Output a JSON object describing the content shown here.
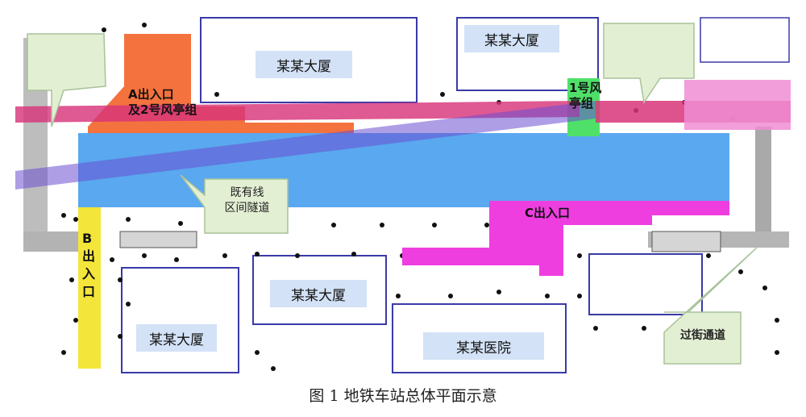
{
  "buildings": {
    "top_center": "某某大厦",
    "top_right": "某某大厦",
    "mid_bottom": "某某大厦",
    "bottom_left": "某某大厦",
    "hospital": "某某医院"
  },
  "zones": {
    "entrance_a": "A出入口\n及2号风亭组",
    "vent_1": "1号风\n亭组",
    "entrance_b": "B\n出\n入\n口",
    "entrance_c": "C出入口"
  },
  "callouts": {
    "tunnel": "既有线\n区间隧道",
    "underpass": "过街通道"
  },
  "caption": "图 1  地铁车站总体平面示意",
  "colors": {
    "station_body": "#5aa8ef",
    "entrance_a": "#f4723e",
    "entrance_c": "#ef3ee0",
    "entrance_b": "#f4e53a",
    "vent_1": "#4fe06a",
    "tunnel_band": "#d8357a",
    "building_label_bg": "#d3e2f6",
    "callout_bg": "#e3efd3",
    "road_gray": "#a3a3a3",
    "building_outline": "#3a3aa8"
  }
}
